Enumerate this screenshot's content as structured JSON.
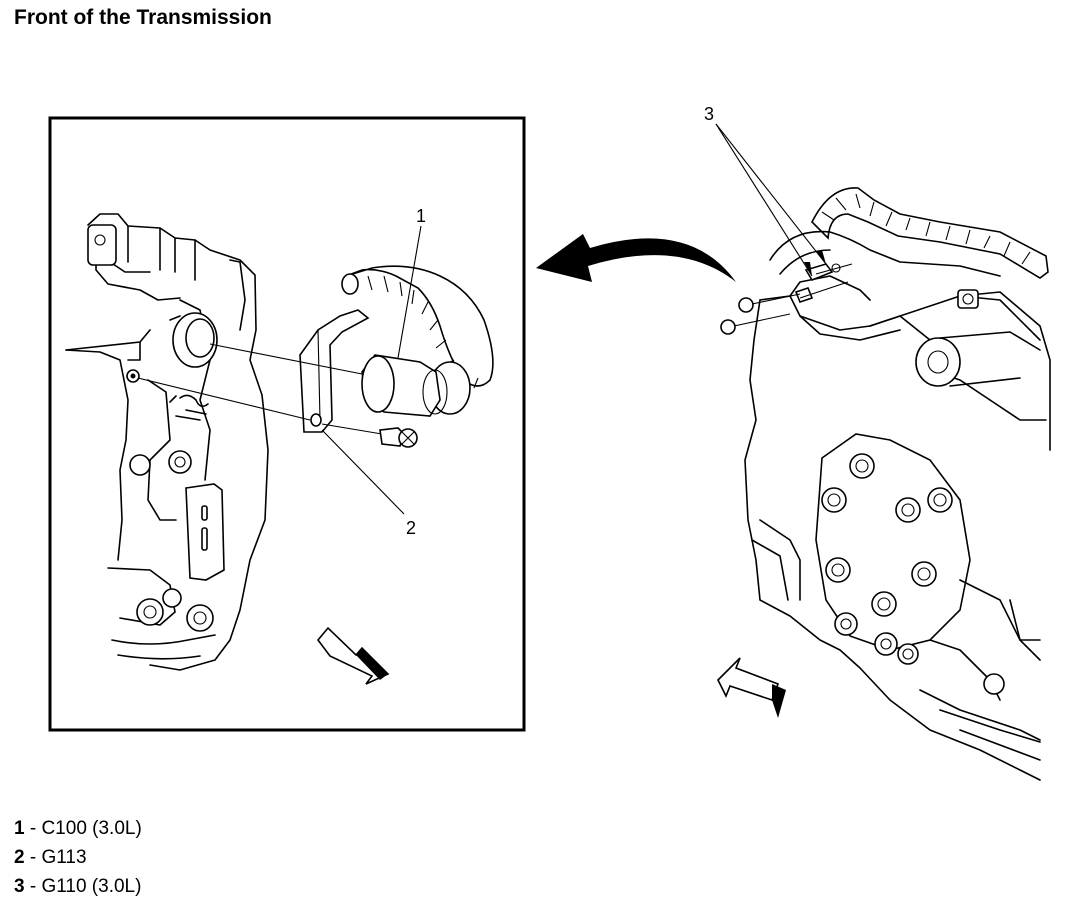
{
  "title": "Front of the Transmission",
  "callouts": {
    "c1": "1",
    "c2": "2",
    "c3": "3"
  },
  "legend": [
    {
      "num": "1",
      "desc": " - C100 (3.0L)"
    },
    {
      "num": "2",
      "desc": " - G113"
    },
    {
      "num": "3",
      "desc": " - G110 (3.0L)"
    }
  ]
}
